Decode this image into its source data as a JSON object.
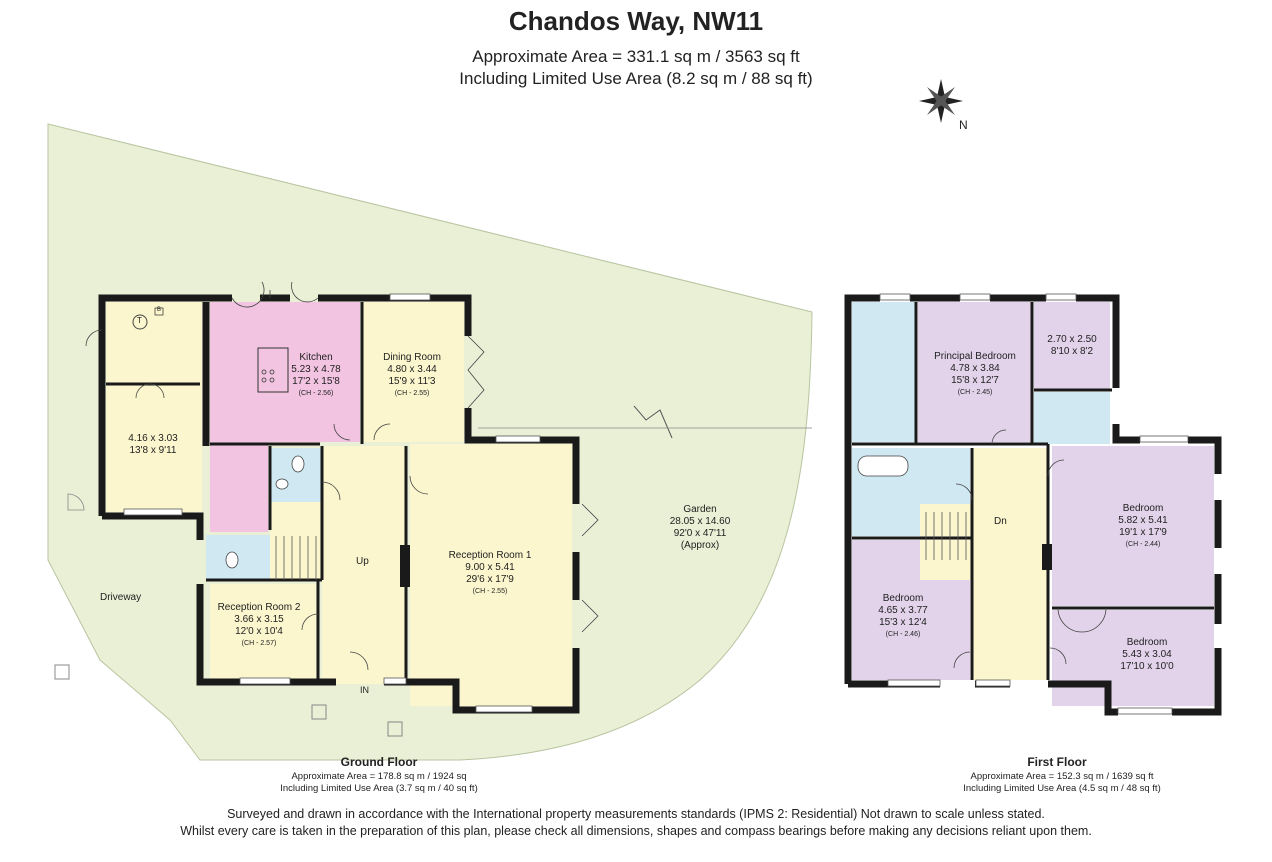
{
  "header": {
    "title": "Chandos Way, NW11",
    "area_line": "Approximate Area = 331.1 sq m / 3563 sq ft",
    "limited_line": "Including Limited Use Area (8.2 sq m / 88 sq ft)"
  },
  "compass": {
    "label": "N"
  },
  "ground_floor": {
    "title": "Ground Floor",
    "area": "Approximate Area = 178.8 sq m / 1924 sq",
    "limited": "Including Limited Use Area (3.7 sq m / 40 sq ft)",
    "rooms": {
      "kitchen": {
        "name": "Kitchen",
        "metric": "5.23 x 4.78",
        "imperial": "17'2 x 15'8",
        "ch": "(CH - 2.56)"
      },
      "dining": {
        "name": "Dining Room",
        "metric": "4.80 x 3.44",
        "imperial": "15'9 x 11'3",
        "ch": "(CH - 2.55)"
      },
      "garage": {
        "metric": "4.16 x 3.03",
        "imperial": "13'8 x 9'11"
      },
      "reception1": {
        "name": "Reception Room 1",
        "metric": "9.00 x 5.41",
        "imperial": "29'6 x 17'9",
        "ch": "(CH - 2.55)"
      },
      "reception2": {
        "name": "Reception Room 2",
        "metric": "3.66 x 3.15",
        "imperial": "12'0 x 10'4",
        "ch": "(CH - 2.57)"
      }
    },
    "up_label": "Up",
    "in_label": "IN",
    "t_label": "T",
    "b_label": "B"
  },
  "garden": {
    "name": "Garden",
    "metric": "28.05 x 14.60",
    "imperial": "92'0 x 47'11",
    "note": "(Approx)"
  },
  "driveway": {
    "name": "Driveway"
  },
  "first_floor": {
    "title": "First Floor",
    "area": "Approximate Area = 152.3 sq m / 1639 sq ft",
    "limited": "Including Limited Use Area (4.5 sq m / 48 sq ft)",
    "rooms": {
      "principal": {
        "name": "Principal Bedroom",
        "metric": "4.78 x 3.84",
        "imperial": "15'8 x 12'7",
        "ch": "(CH - 2.45)"
      },
      "small": {
        "metric": "2.70 x 2.50",
        "imperial": "8'10 x 8'2"
      },
      "bedroom_right": {
        "name": "Bedroom",
        "metric": "5.82 x 5.41",
        "imperial": "19'1 x 17'9",
        "ch": "(CH - 2.44)"
      },
      "bedroom_left": {
        "name": "Bedroom",
        "metric": "4.65 x 3.77",
        "imperial": "15'3 x 12'4",
        "ch": "(CH - 2.46)"
      },
      "bedroom_bottom": {
        "name": "Bedroom",
        "metric": "5.43 x 3.04",
        "imperial": "17'10 x 10'0"
      }
    },
    "dn_label": "Dn"
  },
  "footer": {
    "line1": "Surveyed and drawn in accordance with the International property measurements standards (IPMS 2: Residential) Not drawn to scale unless stated.",
    "line2": "Whilst every care is taken in the preparation of this plan, please check all dimensions, shapes and compass bearings before making any decisions reliant upon them."
  },
  "colors": {
    "garden": "#e9f0d6",
    "kitchen": "#f2c4e1",
    "cream": "#fbf6cd",
    "bath": "#cfe8f2",
    "bedroom": "#e2d3ea",
    "wall": "#1a1a1a"
  }
}
